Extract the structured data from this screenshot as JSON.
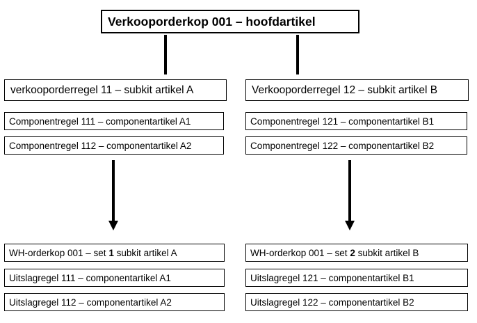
{
  "header": {
    "title": "Verkooporderkop 001 – hoofdartikel"
  },
  "left": {
    "subkit": "verkooporderregel 11 – subkit artikel A",
    "components": [
      "Componentregel 111 – componentartikel A1",
      "Componentregel 112 – componentartikel A2"
    ],
    "wh": {
      "prefix": "WH-orderkop 001 – set ",
      "set": "1",
      "suffix": " subkit  artikel A"
    },
    "outputs": [
      "Uitslagregel 111 – componentartikel A1",
      "Uitslagregel 112 – componentartikel A2"
    ]
  },
  "right": {
    "subkit": "Verkooporderregel 12 – subkit artikel B",
    "components": [
      "Componentregel 121 – componentartikel B1",
      "Componentregel 122 – componentartikel B2"
    ],
    "wh": {
      "prefix": "WH-orderkop 001 – set ",
      "set": "2",
      "suffix": " subkit artikel B"
    },
    "outputs": [
      "Uitslagregel 121 – componentartikel B1",
      "Uitslagregel 122 – componentartikel B2"
    ]
  }
}
